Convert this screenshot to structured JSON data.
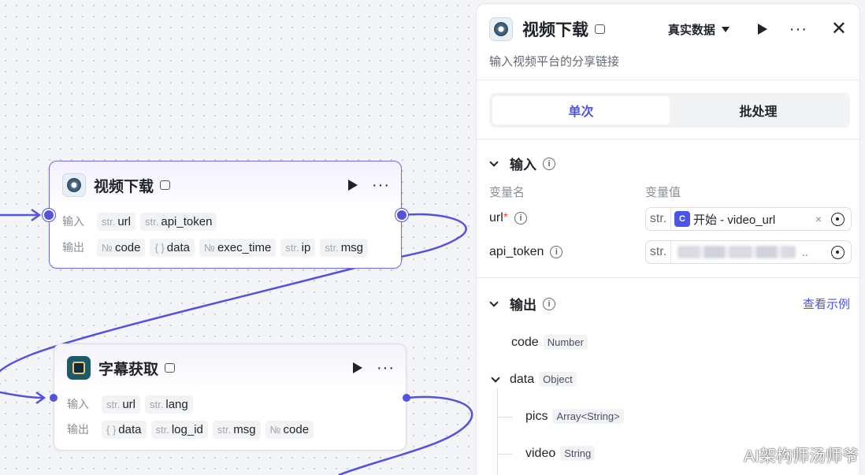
{
  "nodes": {
    "video_download": {
      "title": "视频下载",
      "input_label": "输入",
      "output_label": "输出",
      "inputs": [
        {
          "type": "str.",
          "name": "url"
        },
        {
          "type": "str.",
          "name": "api_token"
        }
      ],
      "outputs": [
        {
          "type": "№",
          "name": "code"
        },
        {
          "type": "{ }",
          "name": "data"
        },
        {
          "type": "№",
          "name": "exec_time"
        },
        {
          "type": "str.",
          "name": "ip"
        },
        {
          "type": "str.",
          "name": "msg"
        }
      ]
    },
    "subtitle_fetch": {
      "title": "字幕获取",
      "input_label": "输入",
      "output_label": "输出",
      "inputs": [
        {
          "type": "str.",
          "name": "url"
        },
        {
          "type": "str.",
          "name": "lang"
        }
      ],
      "outputs": [
        {
          "type": "{ }",
          "name": "data"
        },
        {
          "type": "str.",
          "name": "log_id"
        },
        {
          "type": "str.",
          "name": "msg"
        },
        {
          "type": "№",
          "name": "code"
        }
      ]
    }
  },
  "panel": {
    "title": "视频下载",
    "mode": "真实数据",
    "description": "输入视频平台的分享链接",
    "tabs": [
      "单次",
      "批处理"
    ],
    "input_section": "输入",
    "col_name": "变量名",
    "col_value": "变量值",
    "vars": [
      {
        "name": "url",
        "required": "*",
        "type": "str.",
        "ref_logo": "C",
        "ref": "开始 - video_url",
        "clear": "×"
      },
      {
        "name": "api_token",
        "type": "str.",
        "dots": ".."
      }
    ],
    "output_section": "输出",
    "view_example": "查看示例",
    "outputs": [
      {
        "name": "code",
        "type": "Number"
      },
      {
        "name": "data",
        "type": "Object"
      },
      {
        "name": "pics",
        "type": "Array<String>"
      },
      {
        "name": "video",
        "type": "String"
      }
    ]
  },
  "watermark": "AI架构师汤师爷",
  "colors": {
    "accent": "#4d53e8",
    "wire": "#5452de",
    "required": "#f54a45"
  }
}
